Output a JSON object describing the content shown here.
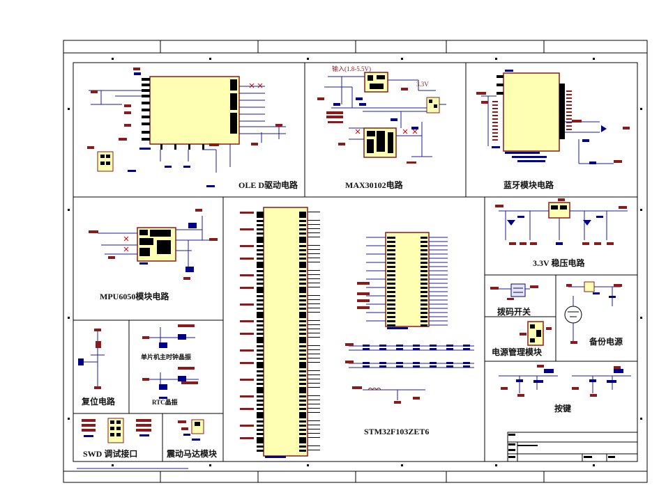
{
  "modules": {
    "oled": "OLE D驱动电路",
    "max30102": "MAX30102电路",
    "bluetooth": "蓝牙模块电路",
    "mpu6050": "MPU6050模块电路",
    "mcu": "STM32F103ZET6",
    "regulator": "3.3V 稳压电路",
    "dip_switch": "拨码开关",
    "power_mgmt": "电源管理模块",
    "backup_power": "备份电源",
    "keys": "按键",
    "reset": "复位电路",
    "main_crystal": "单片机主时钟晶振",
    "rtc_crystal": "RTC晶振",
    "swd": "SWD 调试接口",
    "vibration_motor": "震动马达模块"
  },
  "annotations": {
    "input_range": "输入(1.8-5.5V)",
    "rail_3v3": "3.3V"
  },
  "colors": {
    "frame": "#000000",
    "wire": "#1a1aa0",
    "chip_fill": "#ffffb4",
    "chip_border": "#8b1a1a",
    "component": "#8b1a1a",
    "netlabel": "#00008b",
    "pin": "#000000"
  }
}
